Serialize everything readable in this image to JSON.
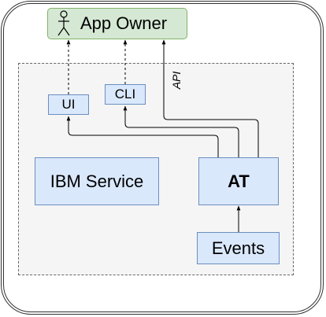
{
  "owner": {
    "label": "App Owner",
    "icon": "actor-icon"
  },
  "nodes": {
    "ui": "UI",
    "cli": "CLI",
    "ibm_service": "IBM Service",
    "at": "AT",
    "events": "Events"
  },
  "edges": {
    "api_label": "API"
  },
  "colors": {
    "owner_fill": "#d5e8d4",
    "owner_stroke": "#82b366",
    "node_fill": "#dae8fc",
    "node_stroke": "#6c8ebf",
    "system_fill": "#f5f5f5"
  }
}
